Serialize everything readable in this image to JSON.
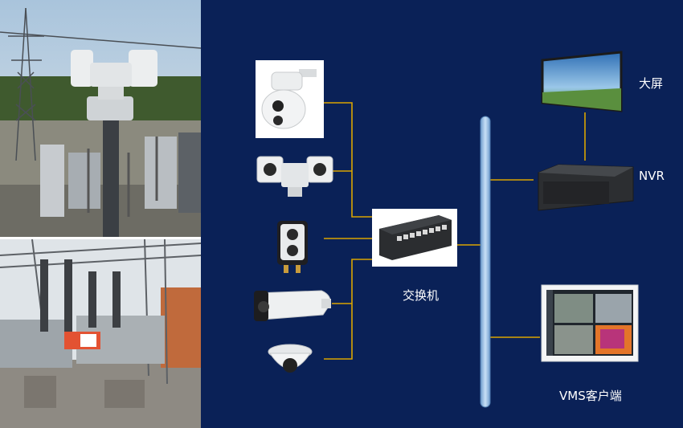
{
  "diagram": {
    "switch_label": "交换机",
    "big_screen_label": "大屏",
    "nvr_label": "NVR",
    "vms_label": "VMS客户端"
  },
  "colors": {
    "background": "#0a2157",
    "connector": "#d9a400",
    "bus_bar": "#9cc3ea"
  },
  "devices": [
    {
      "icon": "ptz-dome-thermal-camera-icon"
    },
    {
      "icon": "dual-spectrum-ptz-camera-icon"
    },
    {
      "icon": "thermal-box-camera-icon"
    },
    {
      "icon": "bullet-camera-icon"
    },
    {
      "icon": "mini-dome-camera-icon"
    }
  ]
}
